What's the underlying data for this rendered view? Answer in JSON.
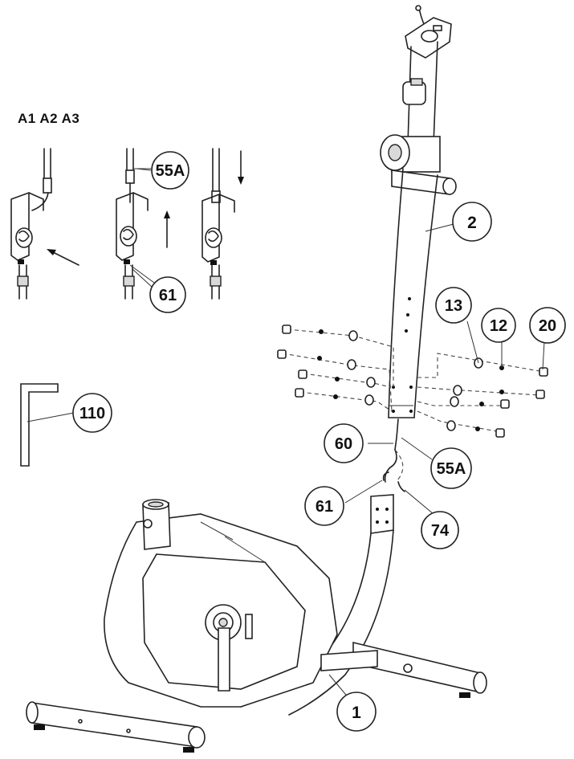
{
  "steps_label": "A1 A2 A3",
  "callouts": {
    "c55a_top": "55A",
    "c61_top": "61",
    "c110": "110",
    "c2": "2",
    "c13": "13",
    "c12": "12",
    "c20": "20",
    "c60": "60",
    "c55a": "55A",
    "c61": "61",
    "c74": "74",
    "c1": "1"
  }
}
